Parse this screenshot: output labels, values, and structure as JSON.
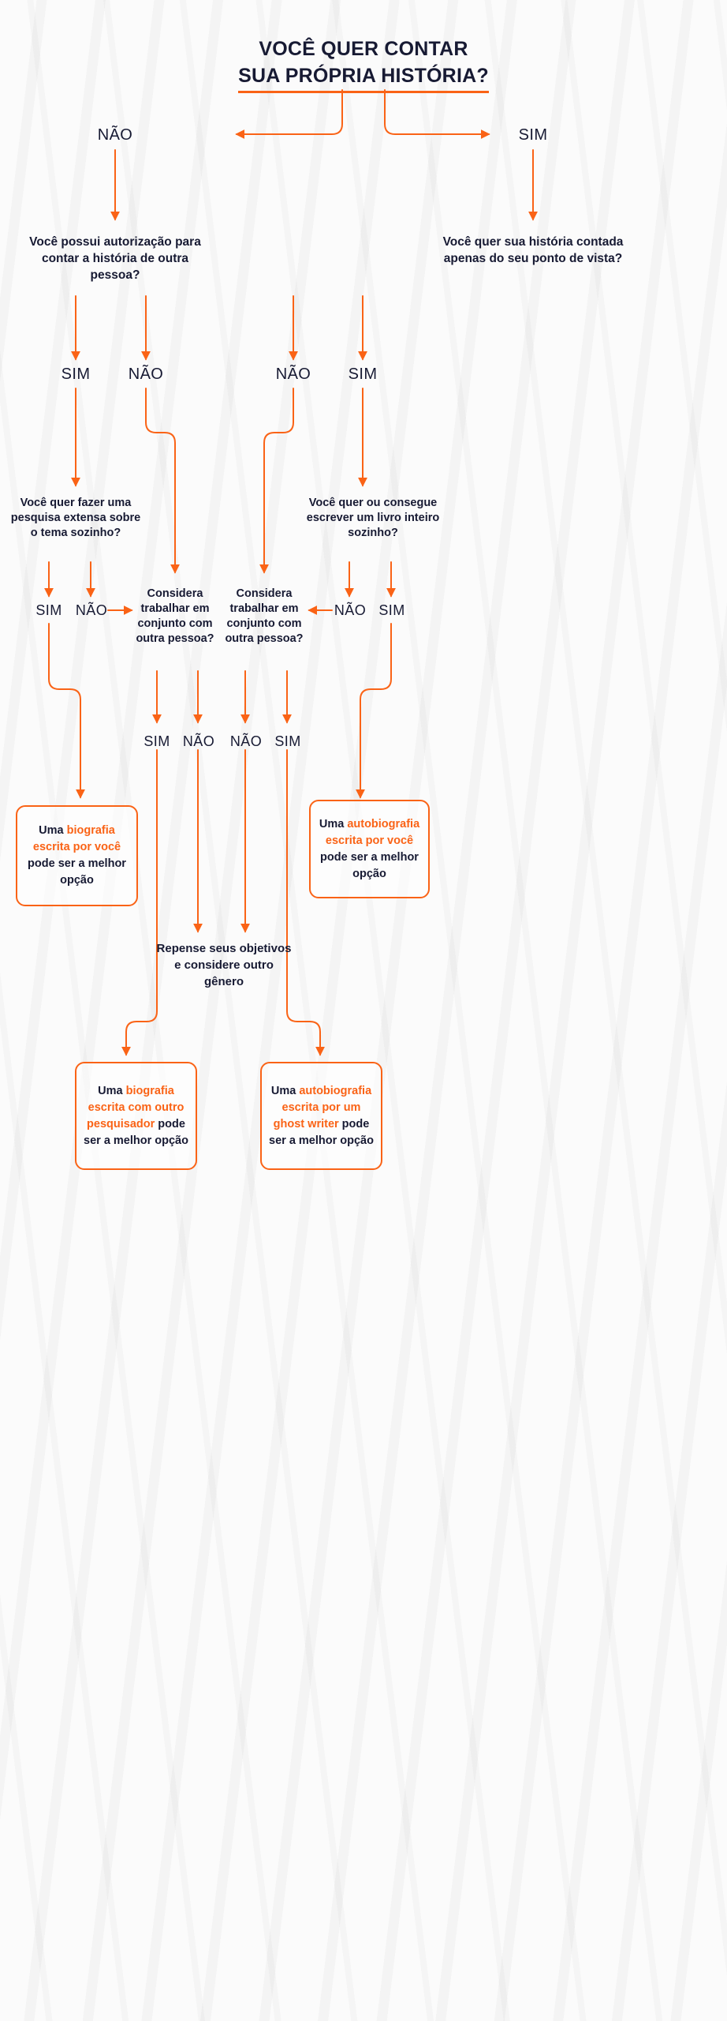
{
  "meta": {
    "accent_color": "#fa6316",
    "text_color": "#171a33",
    "background_color": "#fbfbfb"
  },
  "title": {
    "line1": "VOCÊ QUER CONTAR",
    "line2": "SUA PRÓPRIA HISTÓRIA?"
  },
  "labels": {
    "nao": "NÃO",
    "sim": "SIM"
  },
  "branch_labels": {
    "root_no": "NÃO",
    "root_yes": "SIM",
    "q_auth_yes": "SIM",
    "q_auth_no": "NÃO",
    "q_pov_no": "NÃO",
    "q_pov_yes": "SIM",
    "q_research_yes": "SIM",
    "q_research_no": "NÃO",
    "q_book_no": "NÃO",
    "q_book_yes": "SIM",
    "q_together_left_yes": "SIM",
    "q_together_left_no": "NÃO",
    "q_together_right_no": "NÃO",
    "q_together_right_yes": "SIM"
  },
  "questions": {
    "authorization": "Você possui autorização para contar a história de outra pessoa?",
    "point_of_view": "Você quer sua história contada apenas do seu ponto de vista?",
    "research": "Você quer fazer uma pesquisa extensa sobre o tema sozinho?",
    "whole_book": "Você quer ou consegue escrever um livro inteiro sozinho?",
    "together_left": "Considera trabalhar em conjunto com outra pessoa?",
    "together_right": "Considera trabalhar em conjunto com outra pessoa?"
  },
  "results": {
    "biography_self": {
      "parts": [
        {
          "text": "Uma ",
          "highlight": false
        },
        {
          "text": "biografia escrita por você",
          "highlight": true
        },
        {
          "text": " pode ser a melhor opção",
          "highlight": false
        }
      ],
      "plain": "Uma biografia escrita por você pode ser a melhor opção"
    },
    "autobiography_self": {
      "parts": [
        {
          "text": "Uma ",
          "highlight": false
        },
        {
          "text": "autobiografia escrita por você",
          "highlight": true
        },
        {
          "text": " pode ser a melhor opção",
          "highlight": false
        }
      ],
      "plain": "Uma autobiografia escrita por você pode ser a melhor opção"
    },
    "rethink": {
      "plain": "Repense seus objetivos e considere outro gênero"
    },
    "biography_researcher": {
      "parts": [
        {
          "text": "Uma ",
          "highlight": false
        },
        {
          "text": "biografia escrita com outro pesquisador",
          "highlight": true
        },
        {
          "text": " pode ser a melhor opção",
          "highlight": false
        }
      ],
      "plain": "Uma biografia escrita com outro pesquisador pode ser a melhor opção"
    },
    "autobiography_ghost": {
      "parts": [
        {
          "text": "Uma ",
          "highlight": false
        },
        {
          "text": "autobiografia escrita por um ghost writer",
          "highlight": true
        },
        {
          "text": " pode ser a melhor opção",
          "highlight": false
        }
      ],
      "plain": "Uma autobiografia escrita por um ghost writer pode ser a melhor opção"
    }
  },
  "chart_data": {
    "type": "flowchart",
    "title": "VOCÊ QUER CONTAR SUA PRÓPRIA HISTÓRIA?",
    "nodes": [
      {
        "id": "root",
        "kind": "question",
        "text": "VOCÊ QUER CONTAR SUA PRÓPRIA HISTÓRIA?"
      },
      {
        "id": "authorization",
        "kind": "question",
        "text": "Você possui autorização para contar a história de outra pessoa?"
      },
      {
        "id": "point_of_view",
        "kind": "question",
        "text": "Você quer sua história contada apenas do seu ponto de vista?"
      },
      {
        "id": "research",
        "kind": "question",
        "text": "Você quer fazer uma pesquisa extensa sobre o tema sozinho?"
      },
      {
        "id": "whole_book",
        "kind": "question",
        "text": "Você quer ou consegue escrever um livro inteiro sozinho?"
      },
      {
        "id": "together_left",
        "kind": "question",
        "text": "Considera trabalhar em conjunto com outra pessoa?"
      },
      {
        "id": "together_right",
        "kind": "question",
        "text": "Considera trabalhar em conjunto com outra pessoa?"
      },
      {
        "id": "biography_self",
        "kind": "result",
        "text": "Uma biografia escrita por você pode ser a melhor opção"
      },
      {
        "id": "autobiography_self",
        "kind": "result",
        "text": "Uma autobiografia escrita por você pode ser a melhor opção"
      },
      {
        "id": "rethink",
        "kind": "result",
        "text": "Repense seus objetivos e considere outro gênero"
      },
      {
        "id": "biography_researcher",
        "kind": "result",
        "text": "Uma biografia escrita com outro pesquisador pode ser a melhor opção"
      },
      {
        "id": "autobiography_ghost",
        "kind": "result",
        "text": "Uma autobiografia escrita por um ghost writer pode ser a melhor opção"
      }
    ],
    "edges": [
      {
        "from": "root",
        "to": "authorization",
        "label": "NÃO"
      },
      {
        "from": "root",
        "to": "point_of_view",
        "label": "SIM"
      },
      {
        "from": "authorization",
        "to": "research",
        "label": "SIM"
      },
      {
        "from": "authorization",
        "to": "together_left",
        "label": "NÃO"
      },
      {
        "from": "point_of_view",
        "to": "together_right",
        "label": "NÃO"
      },
      {
        "from": "point_of_view",
        "to": "whole_book",
        "label": "SIM"
      },
      {
        "from": "research",
        "to": "biography_self",
        "label": "SIM"
      },
      {
        "from": "research",
        "to": "together_left",
        "label": "NÃO"
      },
      {
        "from": "whole_book",
        "to": "autobiography_self",
        "label": "SIM"
      },
      {
        "from": "whole_book",
        "to": "together_right",
        "label": "NÃO"
      },
      {
        "from": "together_left",
        "to": "biography_researcher",
        "label": "SIM"
      },
      {
        "from": "together_left",
        "to": "rethink",
        "label": "NÃO"
      },
      {
        "from": "together_right",
        "to": "rethink",
        "label": "NÃO"
      },
      {
        "from": "together_right",
        "to": "autobiography_ghost",
        "label": "SIM"
      }
    ]
  }
}
